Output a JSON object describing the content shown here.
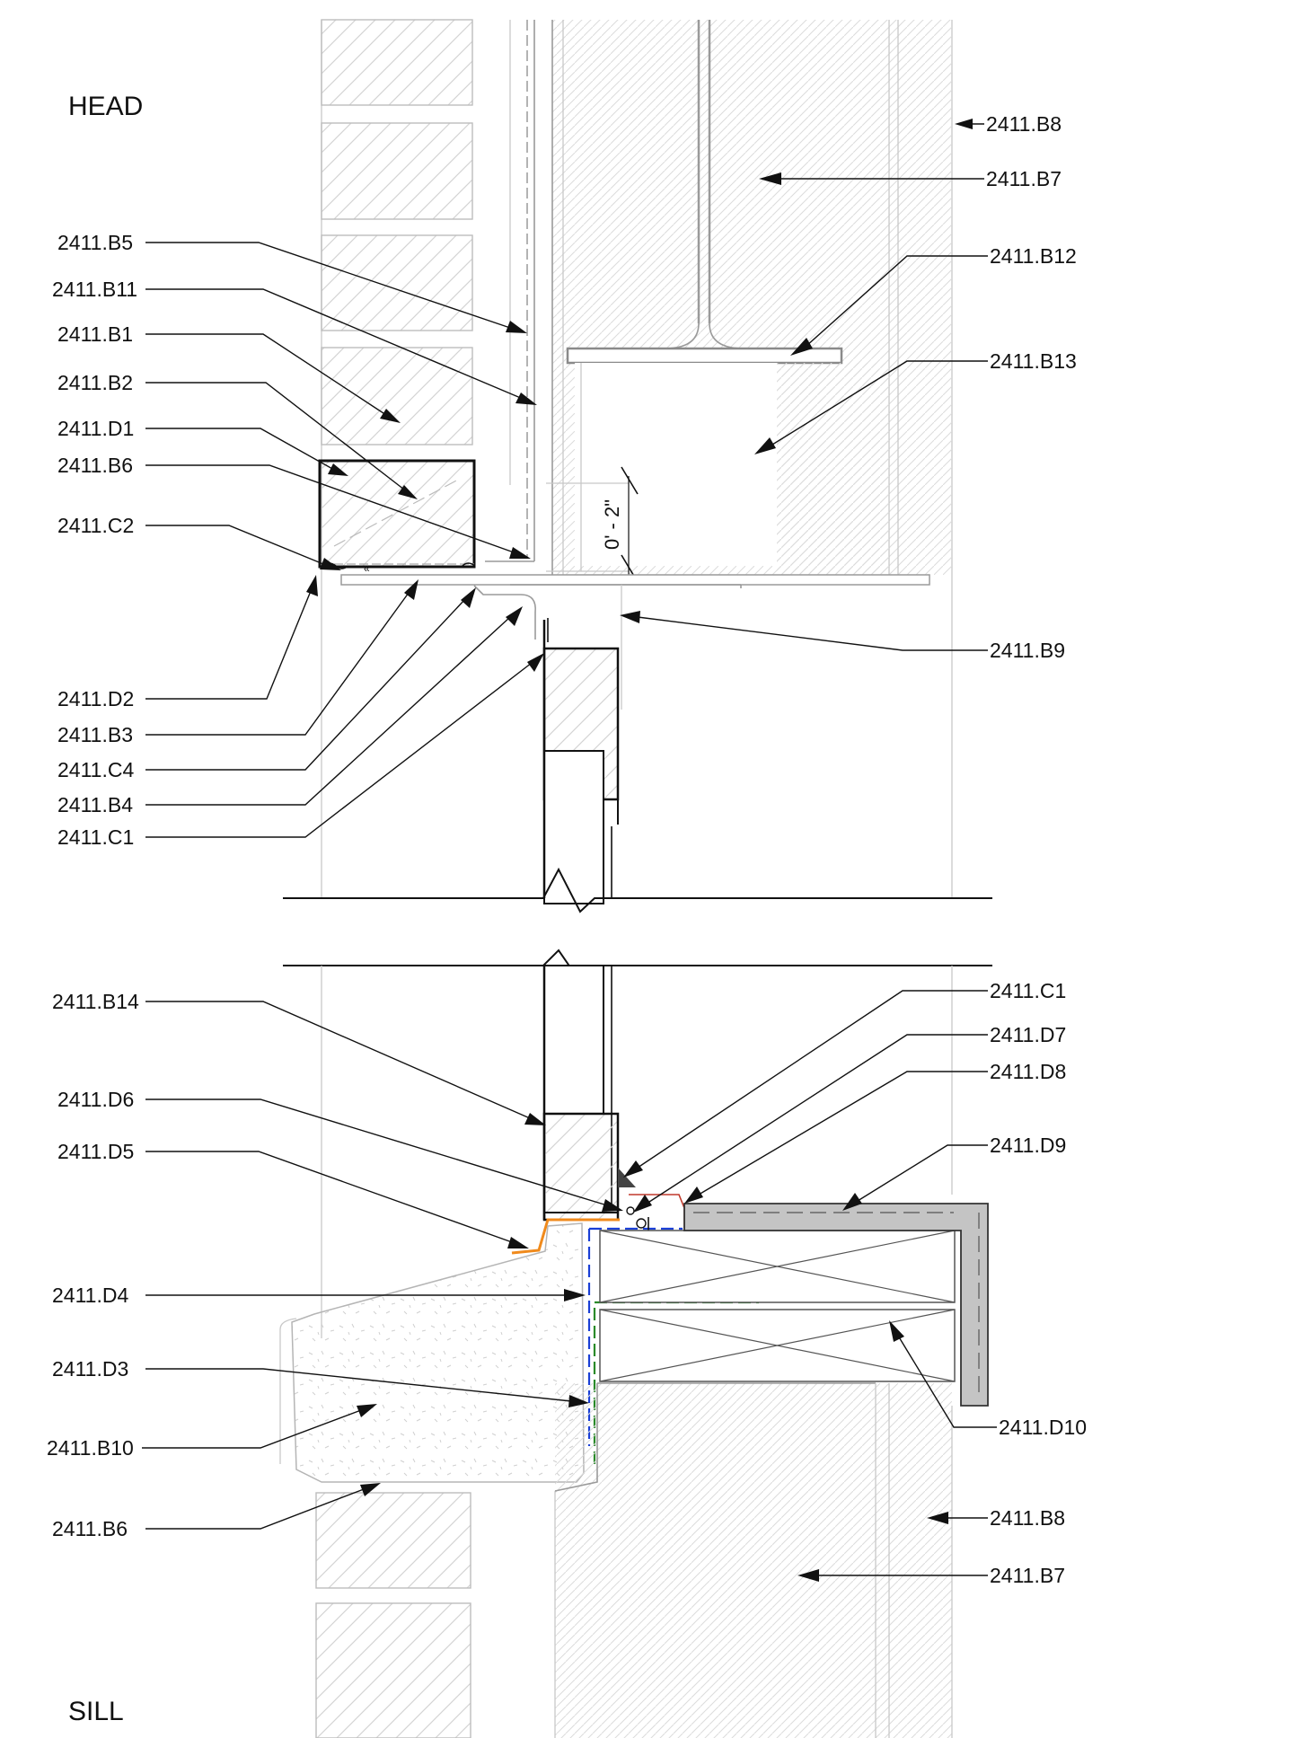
{
  "titles": {
    "head": "HEAD",
    "sill": "SILL"
  },
  "dimension": {
    "text": "0' - 2\""
  },
  "head_labels": {
    "b8": "2411.B8",
    "b7": "2411.B7",
    "b12": "2411.B12",
    "b13": "2411.B13",
    "b5": "2411.B5",
    "b11": "2411.B11",
    "b1": "2411.B1",
    "b2": "2411.B2",
    "d1": "2411.D1",
    "b6": "2411.B6",
    "c2": "2411.C2",
    "b9": "2411.B9",
    "d2": "2411.D2",
    "b3": "2411.B3",
    "c4": "2411.C4",
    "b4": "2411.B4",
    "c1": "2411.C1"
  },
  "sill_labels": {
    "b14": "2411.B14",
    "c1": "2411.C1",
    "d7": "2411.D7",
    "d8": "2411.D8",
    "d6": "2411.D6",
    "d9": "2411.D9",
    "d5": "2411.D5",
    "d4": "2411.D4",
    "d3": "2411.D3",
    "d10": "2411.D10",
    "b10": "2411.B10",
    "b6": "2411.B6",
    "b8": "2411.B8",
    "b7": "2411.B7"
  },
  "colors": {
    "orange_flashing": "#f08a1c",
    "blue_membrane": "#1a3fd6",
    "green_membrane": "#2a8a2a",
    "red_sealant": "#c0392b",
    "sill_cover_fill": "#c4c4c4"
  }
}
